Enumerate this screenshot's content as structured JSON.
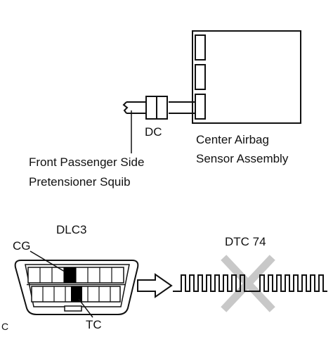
{
  "labels": {
    "dc": "DC",
    "ecu_line1": "Center Airbag",
    "ecu_line2": "Sensor Assembly",
    "squib_line1": "Front Passenger Side",
    "squib_line2": "Pretensioner Squib",
    "dlc": "DLC3",
    "cg": "CG",
    "tc": "TC",
    "dtc": "DTC 74",
    "corner": "C"
  },
  "colors": {
    "line": "#111111",
    "cross": "#c8c8c8",
    "pin_highlight": "#000000"
  }
}
